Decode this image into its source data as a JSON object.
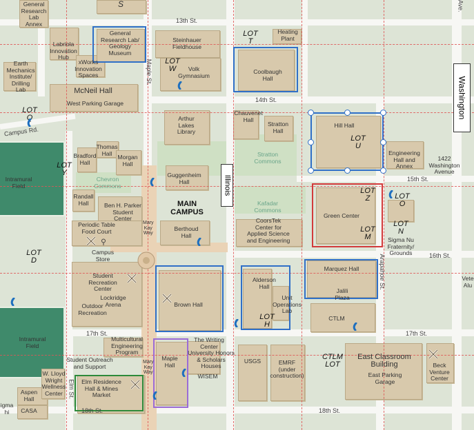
{
  "streets": {
    "s13": "13th St.",
    "s14": "14th St.",
    "s15": "15th St.",
    "s16": "16th St.",
    "s17a": "17th St.",
    "s17b": "17th St.",
    "s18a": "18th St.",
    "s18b": "18th St.",
    "maple": "Maple St.",
    "arapahoe": "Arapahoe St.",
    "elm": "Elm St.",
    "marykay1": "Mary\nKay\nWay",
    "marykay2": "Mary\nKay\nWay",
    "campus_rd": "Campus Rd.",
    "ave": "Ave."
  },
  "buildings": {
    "general_research_annex": "General\nResearch\nLab\nAnnex",
    "labriola": "Labriola\nInnovation\nHub",
    "xworks": "xWorks\nInnovation\nSpaces",
    "earth_mechanics": "Earth\nMechanics\nInstitute/\nDrilling\nLab",
    "mcneil": "McNeil Hall",
    "west_garage": "West Parking Garage",
    "geology_museum": "General\nResearch Lab/\nGeology\nMuseum",
    "steinhauer": "Steinhauer\nFieldhouse",
    "volk": "Volk\nGymnasium",
    "heating_plant": "Heating\nPlant",
    "coolbaugh": "Coolbaugh\nHall",
    "chauvenet": "Chauvenet\nHall",
    "stratton": "Stratton\nHall",
    "arthur_lakes": "Arthur\nLakes\nLibrary",
    "hill_hall": "Hill Hall",
    "engineering_hall": "Engineering\nHall and\nAnnex",
    "washington_1422": "1422\nWashington\nAvenue",
    "bradford": "Bradford\nHall",
    "thomas": "Thomas\nHall",
    "morgan": "Morgan\nHall",
    "guggenheim": "Guggenheim\nHall",
    "randall": "Randall\nHall",
    "ben_parker": "Ben H. Parker\nStudent\nCenter",
    "periodic_table": "Periodic Table\nFood Court",
    "campus_store": "Campus\nStore",
    "berthoud": "Berthoud\nHall",
    "coorstek": "CoorsTek\nCenter for\nApplied Science\nand Engineering",
    "green_center": "Green Center",
    "sigma_nu": "Sigma Nu\nFraternity/\nGrounds",
    "student_rec": "Student\nRecreation\nCenter",
    "lockridge": "Lockridge\nArena",
    "outdoor_rec": "Outdoor\nRecreation",
    "brown_hall": "Brown Hall",
    "alderson": "Alderson\nHall",
    "unit_ops": "Unit\nOperations\nLab",
    "marquez": "Marquez Hall",
    "jalili": "Jalili\nPlaza",
    "ctlm": "CTLM",
    "multicultural": "Multicultural\nEngineering\nProgram",
    "writing_center": "The Writing\nCenter",
    "honors": "University Honors\n& Scholars\nHouses",
    "wisem": "WISEM",
    "student_outreach": "Student Outreach\nand Support",
    "maple_hall": "Maple\nHall",
    "usgs": "USGS",
    "emrf": "EMRF\n(under\nconstruction)",
    "east_classroom": "East Classroom\nBuilding",
    "east_garage": "East Parking\nGarage",
    "beck": "Beck\nVenture\nCenter",
    "wellness": "W. Lloyd\nWright\nWellness\nCenter",
    "elm_residence": "Elm Residence\nHall & Mines\nMarket",
    "aspen": "Aspen\nHall",
    "casa": "CASA",
    "sigma_left": "igma\nhi",
    "s_top": "S",
    "ve_top": "ve.",
    "vete": "Vete\nAlu"
  },
  "greens": {
    "stratton_commons": "Stratton\nCommons",
    "chevron_commons": "Chevron\nCommons",
    "kafadar_commons": "Kafadar\nCommons",
    "intramural1": "Intramural\nField",
    "intramural2": "Intramural\nField"
  },
  "lots": {
    "lot_t": "LOT\nT",
    "lot_w": "LOT\nW",
    "lot_q": "LOT\nQ",
    "lot_y": "LOT\nY",
    "lot_u": "LOT\nU",
    "lot_z": "LOT\nZ",
    "lot_m": "LOT\nM",
    "lot_o": "LOT\nO",
    "lot_n": "LOT\nN",
    "lot_d": "LOT\nD",
    "lot_h": "LOT\nH",
    "ctlm_lot": "CTLM\nLOT"
  },
  "campus_label": "MAIN\nCAMPUS",
  "callouts": {
    "washington": "Washington",
    "illinois": "Illinois"
  },
  "colors": {
    "highlight_blue": "#2f6fc7",
    "highlight_red": "#d23a3a",
    "highlight_green": "#2d8a3a",
    "highlight_purple": "#9b6bd6",
    "grid_line": "#e05555",
    "building": "#d8c9ac",
    "field": "#3f8a6b",
    "accessible_icon": "#1e6fbf"
  },
  "icons": [
    "accessible-parking-icon",
    "dining-icon",
    "location-pin-icon"
  ]
}
